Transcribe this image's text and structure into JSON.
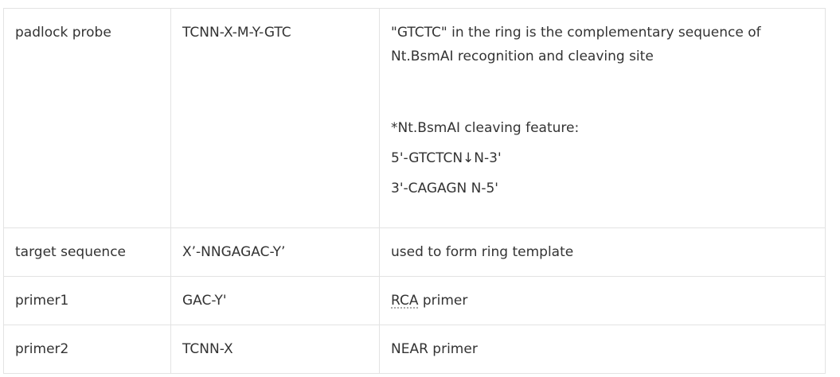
{
  "table": {
    "rows": [
      {
        "name": "padlock probe",
        "sequence": "TCNN-X-M-Y-GTC",
        "description_lines": [
          "\"GTCTC\" in the ring is the complementary sequence of",
          "Nt.BsmAI recognition and cleaving site"
        ],
        "feature_title": "*Nt.BsmAI cleaving feature:",
        "feature_lines": [
          "5'-GTCTCN↓N-3'",
          "3'-CAGAGN N-5'"
        ]
      },
      {
        "name": "target sequence",
        "sequence": "X’-NNGAGAC-Y’",
        "description": "used to form ring template"
      },
      {
        "name": "primer1",
        "sequence": "GAC-Y'",
        "description_abbr": "RCA",
        "description_rest": " primer"
      },
      {
        "name": "primer2",
        "sequence": "TCNN-X",
        "description": "NEAR primer"
      }
    ]
  }
}
